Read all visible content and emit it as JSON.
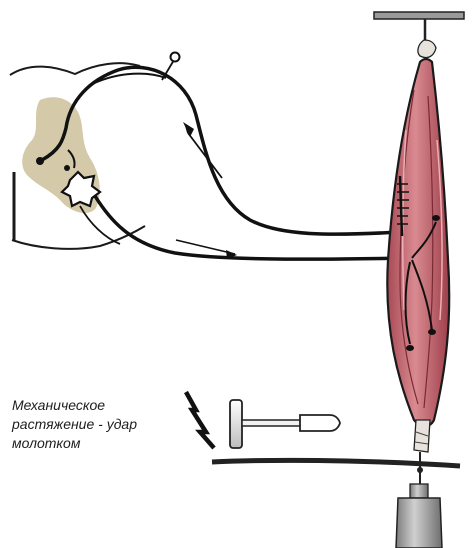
{
  "caption": {
    "lines": [
      "Механическое",
      "растяжение - удар",
      "молотком"
    ]
  },
  "colors": {
    "ink": "#1a1a1a",
    "muscle": "#c9727a",
    "muscle_dark": "#a84a55",
    "grey_matter": "#d4c9a8",
    "tendon": "#e8e2dc",
    "weight": "#a9a9a9"
  },
  "icons": {
    "hammer": "reflex-hammer-icon",
    "lightning": "lightning-bolt-icon",
    "weight": "weight-icon"
  }
}
